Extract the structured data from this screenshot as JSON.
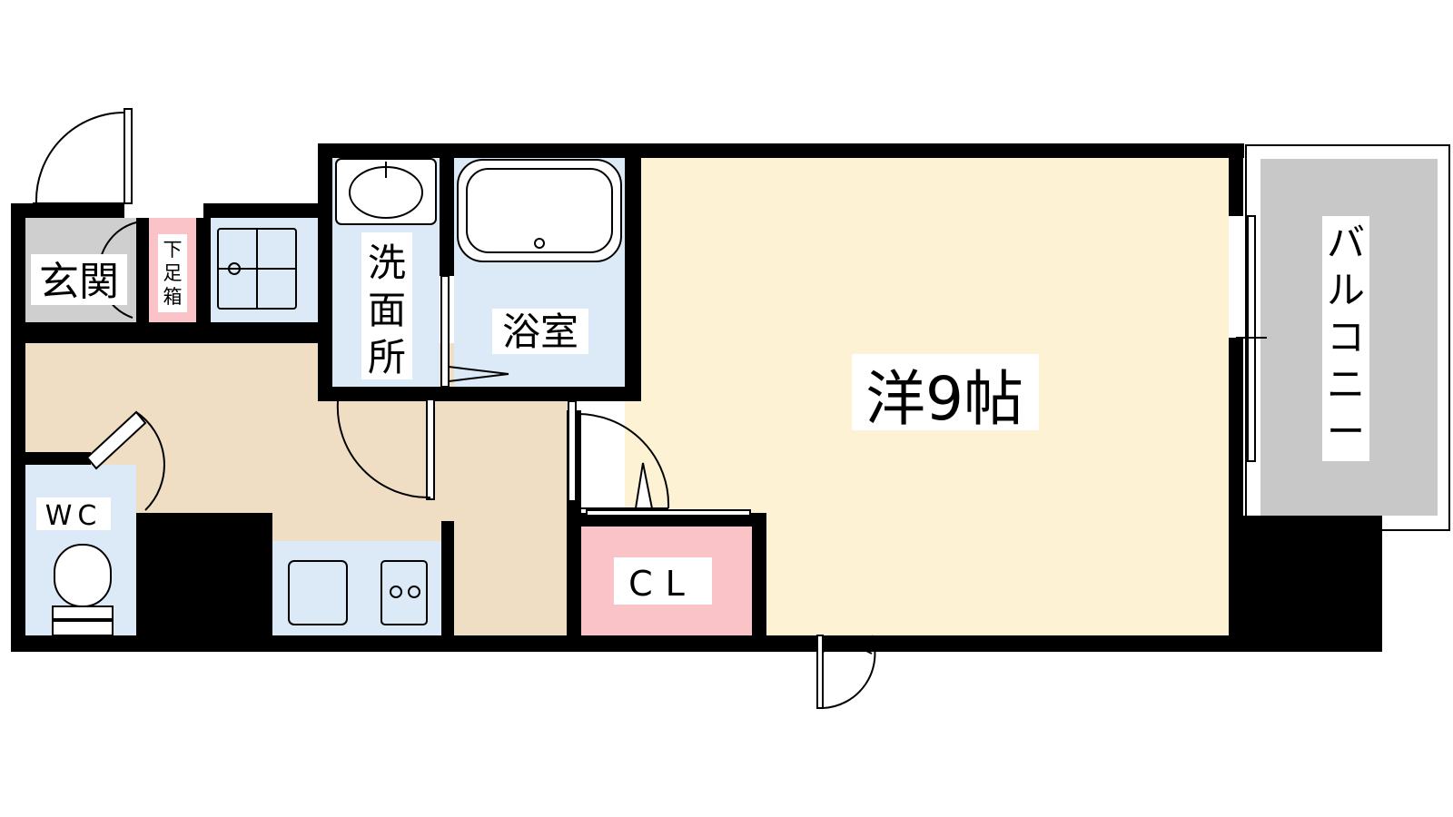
{
  "rooms": {
    "entrance": "玄関",
    "shoe_box": [
      "下",
      "足",
      "箱"
    ],
    "washroom": [
      "洗",
      "面",
      "所"
    ],
    "bathroom": "浴室",
    "western_room": "洋9帖",
    "balcony": [
      "バ",
      "ル",
      "コ",
      "ニ",
      "ー"
    ],
    "wc": "WC",
    "closet": "CL"
  },
  "colors": {
    "wall": "#000000",
    "living": "#fdf2d3",
    "wet_area": "#dceaf8",
    "hallway": "#efdec4",
    "storage": "#f9c3c7",
    "entrance_floor": "#cfcfcf",
    "balcony_floor": "#c8c8c8"
  }
}
